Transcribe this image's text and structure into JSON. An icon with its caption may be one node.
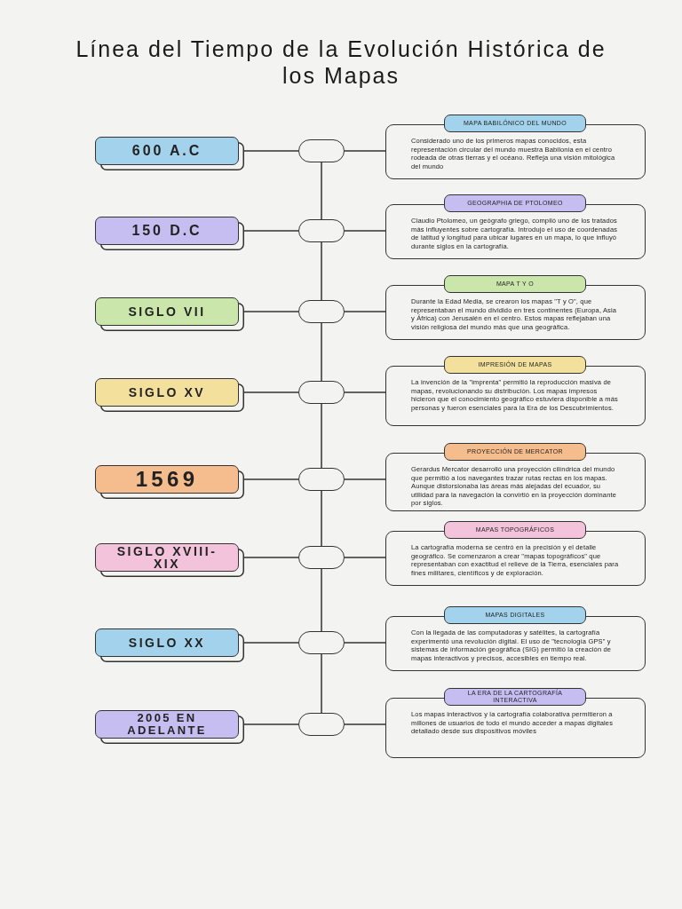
{
  "diagram": {
    "title": "Línea del Tiempo de la Evolución Histórica de los Mapas",
    "nodes": [
      {
        "text": [
          "600 A.C"
        ]
      },
      {
        "text": [],
        "shape": "circle"
      },
      {
        "text": [
          "MAPA BABILÓNICO DEL MUNDO"
        ]
      },
      {
        "text": [
          "Considerado uno de los primeros mapas conocidos, esta representación circular del mundo muestra Babilonia en el centro rodeada de otras tierras y el océano. Refleja una visión mitológica del mundo"
        ]
      },
      {
        "text": [
          "150 D.C"
        ]
      },
      {
        "text": [],
        "shape": "circle"
      },
      {
        "text": [
          "GEOGRAPHIA DE PTOLOMEO"
        ]
      },
      {
        "text": [
          "Claudio Ptolomeo, un geógrafo griego, compiló uno de los tratados más influyentes sobre cartografía. Introdujo el uso de coordenadas de latitud y longitud para ubicar lugares en un mapa, lo que influyó durante siglos en la cartografía."
        ]
      },
      {
        "text": [
          "SIGLO VII"
        ]
      },
      {
        "text": [],
        "shape": "circle"
      },
      {
        "text": [
          "MAPA T Y O"
        ]
      },
      {
        "text": [
          "Durante la Edad Media, se crearon los mapas \"T y O\", que representaban el mundo dividido en tres continentes (Europa, Asia y África) con Jerusalén en el centro. Estos mapas reflejaban una visión religiosa del mundo más que una geográfica."
        ]
      },
      {
        "text": [
          "SIGLO XV"
        ]
      },
      {
        "text": [],
        "shape": "circle"
      },
      {
        "text": [
          "IMPRESIÓN DE MAPAS"
        ]
      },
      {
        "text": [
          "La invención de la \"imprenta\" permitió la reproducción masiva de mapas, revolucionando su distribución. Los mapas impresos hicieron que el conocimiento geográfico estuviera disponible a más personas y fueron esenciales para la Era de los Descubrimientos."
        ]
      },
      {
        "text": [
          "1569"
        ]
      },
      {
        "text": [],
        "shape": "circle"
      },
      {
        "text": [
          "PROYECCIÓN DE MERCATOR"
        ]
      },
      {
        "text": [
          "Gerardus Mercator desarrolló una proyección cilíndrica del mundo que permitió a los navegantes trazar rutas rectas en los mapas. Aunque distorsionaba las áreas más alejadas del ecuador, su utilidad para la navegación la convirtió en la proyección dominante por siglos."
        ]
      },
      {
        "text": [
          "SIGLO XVIII-XIX"
        ]
      },
      {
        "text": [],
        "shape": "circle"
      },
      {
        "text": [
          "MAPAS TOPOGRÁFICOS"
        ]
      },
      {
        "text": [
          "La cartografía moderna se centró en la precisión y el detalle geográfico. Se comenzaron a crear \"mapas topográficos\" que representaban con exactitud el relieve de la Tierra, esenciales para fines militares, científicos y de exploración."
        ]
      },
      {
        "text": [
          "SIGLO XX"
        ]
      },
      {
        "text": [],
        "shape": "circle"
      },
      {
        "text": [
          "MAPAS DIGITALES"
        ]
      },
      {
        "text": [
          "Con la llegada de las computadoras y satélites, la cartografía experimentó una revolución digital. El uso de \"tecnología GPS\" y sistemas de información geográfica (SIG) permitió la creación de mapas interactivos y precisos, accesibles en tiempo real."
        ]
      },
      {
        "text": [
          "2005 EN ADELANTE"
        ]
      },
      {
        "text": [],
        "shape": "circle"
      },
      {
        "text": [
          "LA ERA DE LA CARTOGRAFÍA INTERACTIVA"
        ]
      },
      {
        "text": [
          "Los mapas interactivos y la cartografía colaborativa permitieron a millones de usuarios de todo el mundo acceder a mapas digitales detallado desde sus dispositivos móviles"
        ]
      }
    ],
    "edges": [
      {
        "from": 0,
        "to": 1,
        "arrow": "none"
      },
      {
        "from": 1,
        "to": 3,
        "arrow": "none"
      },
      {
        "from": 4,
        "to": 5,
        "arrow": "none"
      },
      {
        "from": 5,
        "to": 7,
        "arrow": "none"
      },
      {
        "from": 8,
        "to": 9,
        "arrow": "none"
      },
      {
        "from": 9,
        "to": 11,
        "arrow": "none"
      },
      {
        "from": 12,
        "to": 13,
        "arrow": "none"
      },
      {
        "from": 13,
        "to": 15,
        "arrow": "none"
      },
      {
        "from": 16,
        "to": 17,
        "arrow": "none"
      },
      {
        "from": 17,
        "to": 19,
        "arrow": "none"
      },
      {
        "from": 20,
        "to": 21,
        "arrow": "none"
      },
      {
        "from": 21,
        "to": 23,
        "arrow": "none"
      },
      {
        "from": 24,
        "to": 25,
        "arrow": "none"
      },
      {
        "from": 25,
        "to": 27,
        "arrow": "none"
      },
      {
        "from": 28,
        "to": 29,
        "arrow": "none"
      },
      {
        "from": 29,
        "to": 31,
        "arrow": "none"
      },
      {
        "from": 1,
        "to": 5,
        "arrow": "none"
      },
      {
        "from": 5,
        "to": 9,
        "arrow": "none"
      },
      {
        "from": 9,
        "to": 13,
        "arrow": "none"
      },
      {
        "from": 13,
        "to": 17,
        "arrow": "none"
      },
      {
        "from": 17,
        "to": 21,
        "arrow": "none"
      },
      {
        "from": 21,
        "to": 25,
        "arrow": "none"
      },
      {
        "from": 25,
        "to": 29,
        "arrow": "none"
      }
    ]
  }
}
